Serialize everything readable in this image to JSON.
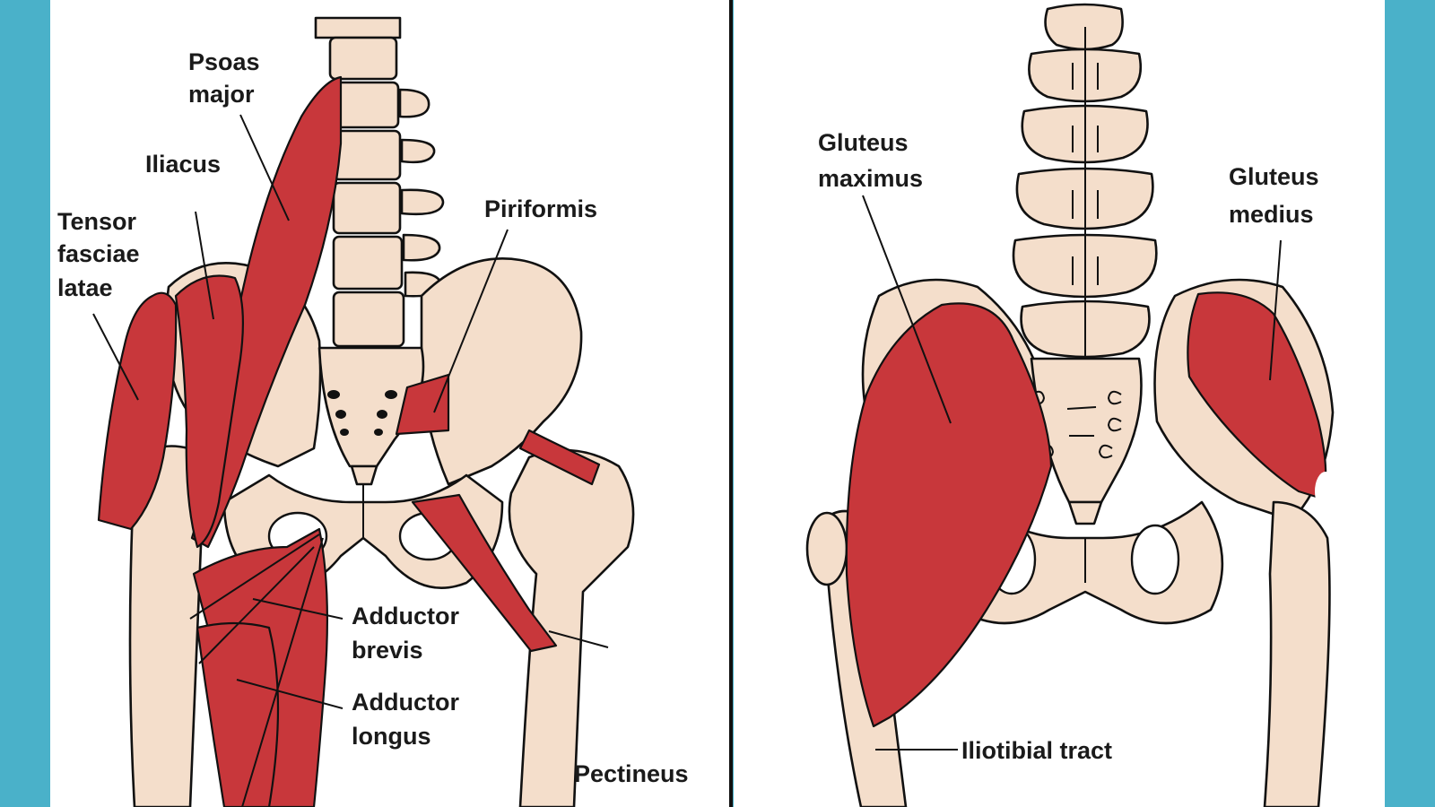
{
  "colors": {
    "background_frame": "#4ab1c9",
    "bone": "#f4decb",
    "muscle": "#c8373b",
    "outline": "#111111"
  },
  "anterior_view": {
    "labels": {
      "psoas_major_1": "Psoas",
      "psoas_major_2": "major",
      "iliacus": "Iliacus",
      "tensor_1": "Tensor",
      "tensor_2": "fasciae",
      "tensor_3": "latae",
      "piriformis": "Piriformis",
      "adductor_brevis_1": "Adductor",
      "adductor_brevis_2": "brevis",
      "adductor_longus_1": "Adductor",
      "adductor_longus_2": "longus",
      "pectineus": "Pectineus"
    }
  },
  "posterior_view": {
    "labels": {
      "gluteus_maximus_1": "Gluteus",
      "gluteus_maximus_2": "maximus",
      "gluteus_medius_1": "Gluteus",
      "gluteus_medius_2": "medius",
      "iliotibial_tract": "Iliotibial tract"
    }
  }
}
